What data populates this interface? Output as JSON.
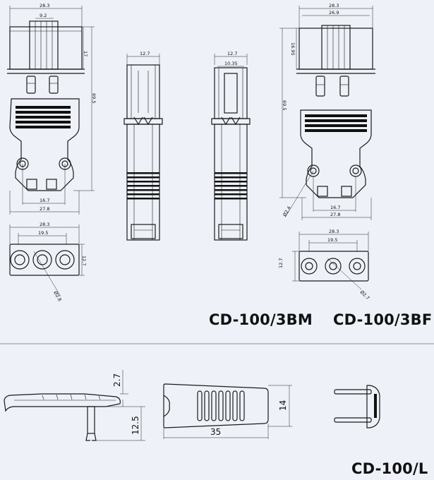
{
  "titles": {
    "bm": "CD-100/3BM",
    "bf": "CD-100/3BF",
    "latch": "CD-100/L"
  },
  "colors": {
    "background": "#eef2f8",
    "separator": "#9aa6b8",
    "line": "#1a1a1a"
  },
  "dimensions": {
    "bm_front": {
      "width_top": "28.3",
      "slot_width": "9.2",
      "upper_height": "17",
      "total_height": "69.5",
      "pin_spacing": "16.7",
      "base_width": "27.8"
    },
    "bm_side": {
      "width": "12.7"
    },
    "bf_side": {
      "width": "12.7",
      "inner_width": "10.35"
    },
    "bf_front": {
      "width_top": "28.3",
      "inner_width": "26.9",
      "upper_height": "16.95",
      "total_height": "69.5",
      "hole_diameter": "Ø2.4",
      "pin_spacing": "16.7",
      "base_width": "27.8"
    },
    "bm_bottom": {
      "width": "28.3",
      "pin_pitch": "19.5",
      "height": "12.7",
      "pin_diameter": "Ø2.8"
    },
    "bf_bottom": {
      "width": "28.3",
      "pin_pitch": "19.5",
      "height": "12.7",
      "pin_diameter": "Ø2.7"
    },
    "latch": {
      "thickness": "2.7",
      "height": "12.5",
      "length": "35",
      "width": "14"
    }
  }
}
